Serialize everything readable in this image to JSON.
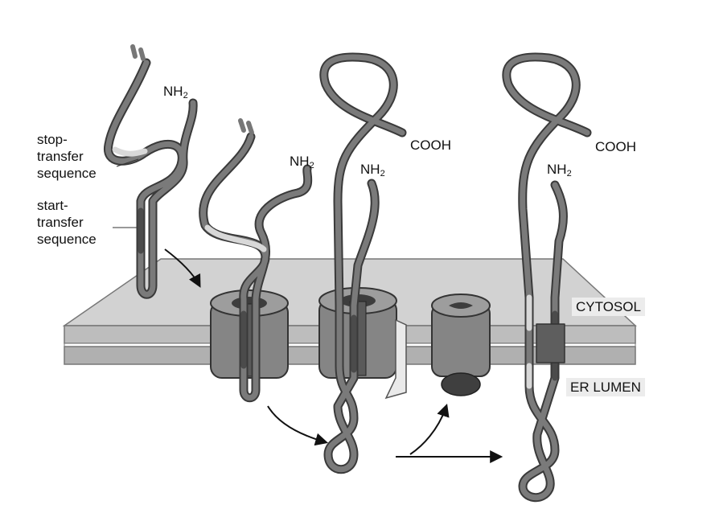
{
  "labels": {
    "stop_transfer": [
      "stop-",
      "transfer",
      "sequence"
    ],
    "start_transfer": [
      "start-",
      "transfer",
      "sequence"
    ],
    "nh2_base": "NH",
    "nh2_sub": "2",
    "cooh": "COOH",
    "cytosol": "CYTOSOL",
    "er_lumen": "ER LUMEN"
  },
  "colors": {
    "membrane_top": "#cfcfcf",
    "membrane_edge": "#9a9a9a",
    "chain": "#6f6f6f",
    "chain_light": "#c4c4c4",
    "translocon": "#7e7e7e",
    "translocon_dark": "#4a4a4a"
  }
}
